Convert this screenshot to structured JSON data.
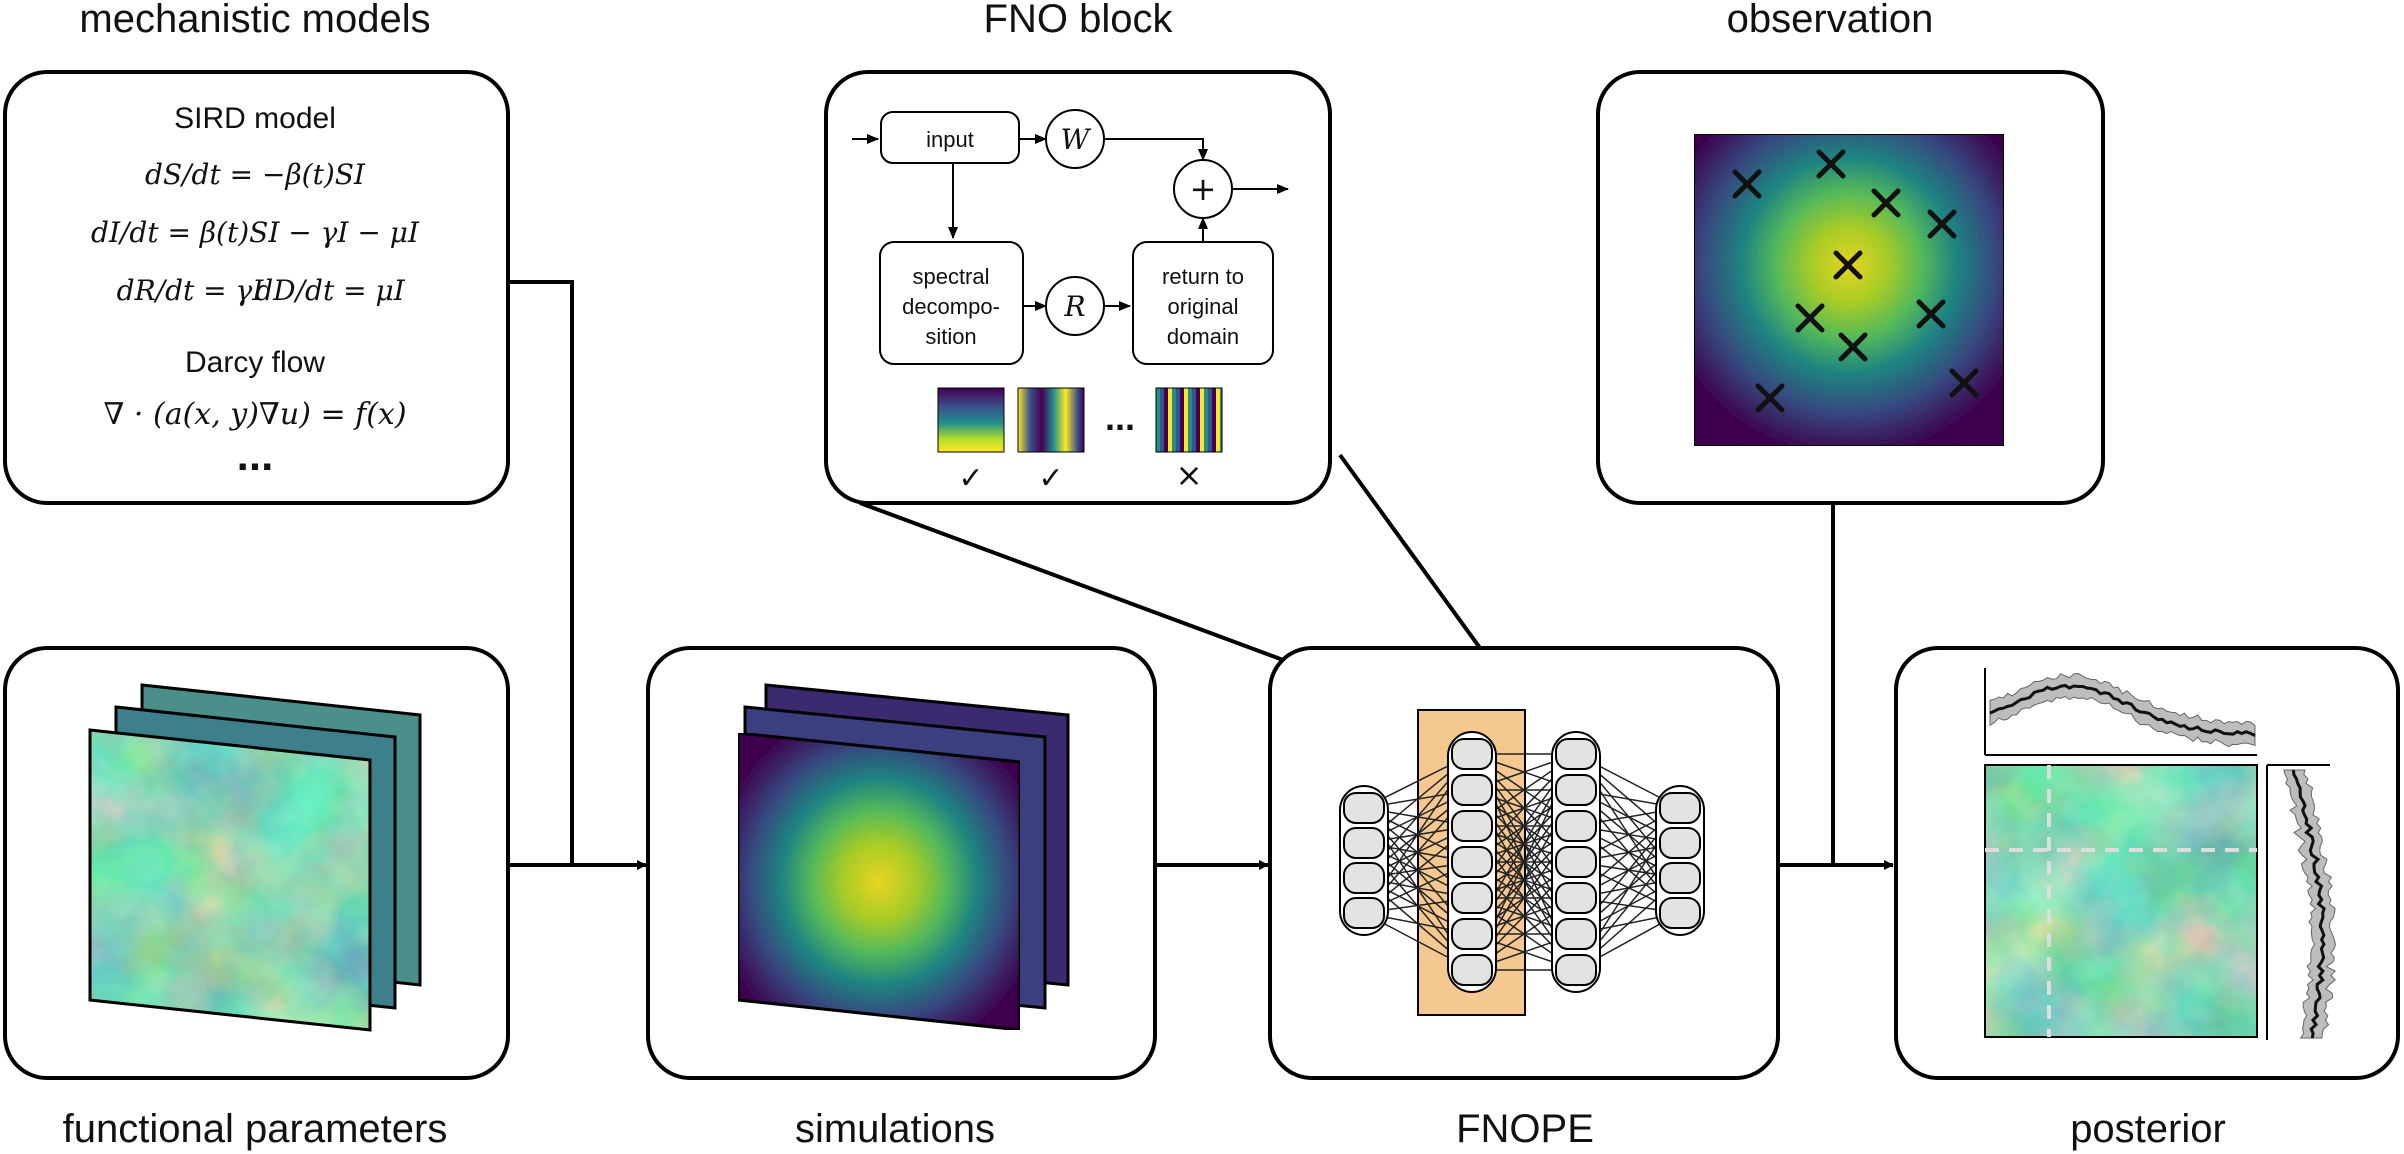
{
  "panels": {
    "mechanistic": {
      "title": "mechanistic models",
      "sird_title": "SIRD model",
      "eq1": "dS/dt = −β(t)SI",
      "eq2": "dI/dt = β(t)SI − γI − μI",
      "eq3a": "dR/dt = γI",
      "eq3b": "dD/dt = μI",
      "darcy_title": "Darcy flow",
      "darcy_eq": "∇ · (a(x, y)∇u) = f(x)",
      "more": "..."
    },
    "fno_block": {
      "title": "FNO block",
      "input_label": "input",
      "w_label": "W",
      "plus_label": "+",
      "spectral_line1": "spectral",
      "spectral_line2": "decompo-",
      "spectral_line3": "sition",
      "r_label": "R",
      "return_line1": "return to",
      "return_line2": "original",
      "return_line3": "domain",
      "ellipsis": "...",
      "check1": "✓",
      "check2": "✓",
      "cross": "×"
    },
    "observation": {
      "title": "observation"
    },
    "functional_parameters": {
      "title": "functional parameters"
    },
    "simulations": {
      "title": "simulations"
    },
    "fnope": {
      "title": "FNOPE"
    },
    "posterior": {
      "title": "posterior"
    }
  },
  "colors": {
    "viridis_dark": "#440154",
    "viridis_blue": "#3b528b",
    "viridis_teal": "#21908d",
    "viridis_green": "#5dc963",
    "viridis_yellow": "#fde725",
    "fno_highlight": "#f5c892",
    "node_fill": "#e3e3e3",
    "ci_band": "#bdbdbd"
  }
}
